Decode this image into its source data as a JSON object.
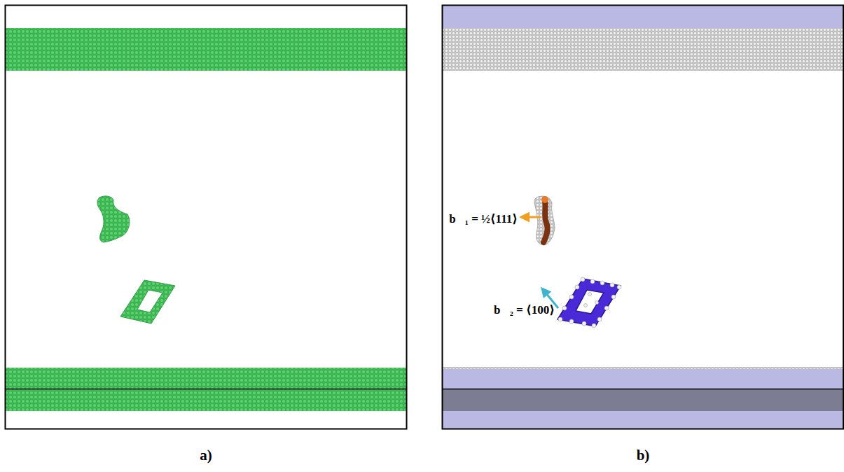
{
  "diagram": {
    "labels": [
      "a)",
      "b)",
      "b⃗₁ = ½⟨111⟩",
      "b⃗₂ = ⟨100⟩"
    ]
  }
}
